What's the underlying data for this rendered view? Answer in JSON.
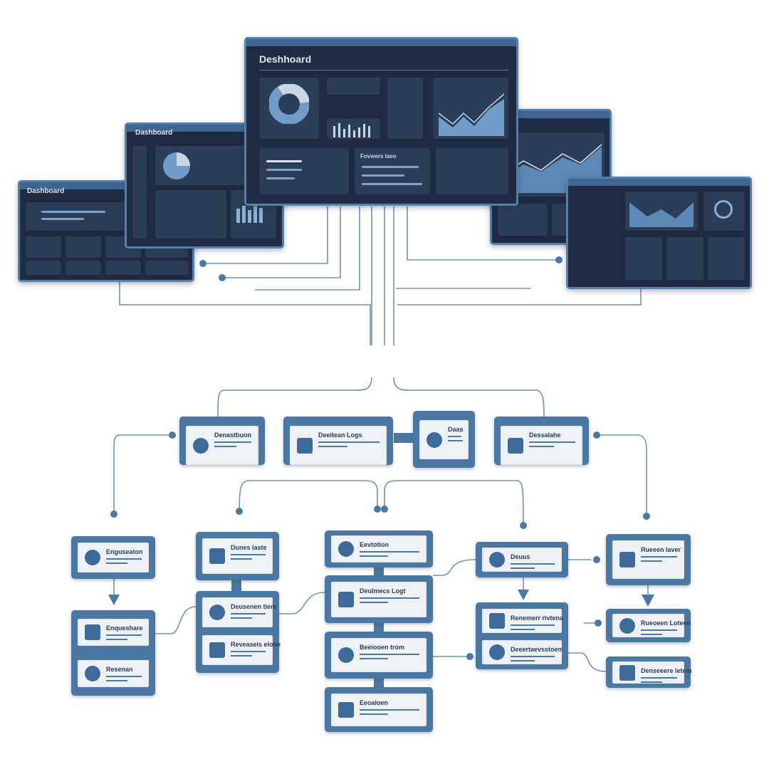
{
  "dashboards": [
    {
      "title": "Dashboard"
    },
    {
      "title": "Dashboard"
    },
    {
      "title": "Deshhoard",
      "panel_title": "Fovwers laeo"
    },
    {
      "title": ""
    },
    {
      "title": ""
    }
  ],
  "flow": {
    "top_row": [
      "Denastbuon",
      "Deeitean Logs",
      "Daas",
      "Dessalahe"
    ],
    "left": [
      "Enguseaton",
      "Enqueshare",
      "Resenan"
    ],
    "mid": [
      "Dunes laste",
      "Deusenen tiem",
      "Reveaseis elobe"
    ],
    "center": [
      "Eevtotion",
      "Deulmecs Logt",
      "Beeiooen trom",
      "Eeoaloen"
    ],
    "right": [
      "Deuus",
      "Renemerr rivtena",
      "Deeertaevsstoen"
    ],
    "far_right": [
      "Rueeen laver",
      "Rueoeen Loteen",
      "Denseeere letem"
    ]
  },
  "colors": {
    "node": "#4b77a3",
    "window": "#1e2b42",
    "accent": "#7fa3c8"
  }
}
